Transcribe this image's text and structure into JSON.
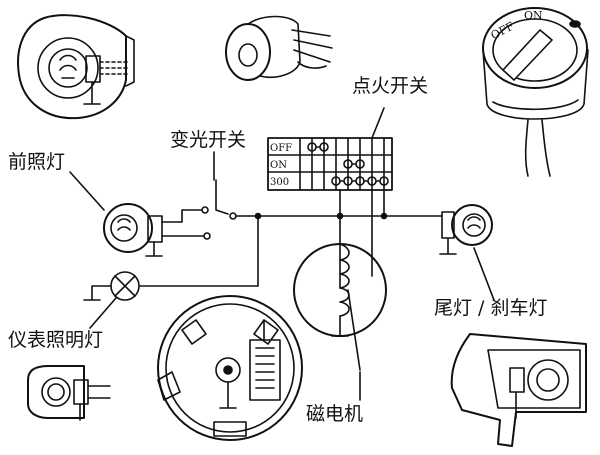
{
  "labels": {
    "ignition_switch": "点火开关",
    "dimmer_switch": "变光开关",
    "headlamp": "前照灯",
    "instrument_light": "仪表照明灯",
    "magneto": "磁电机",
    "tail_brake_lamp": "尾灯 / 刹车灯"
  },
  "switch_table": {
    "rows": [
      "OFF",
      "ON",
      "300"
    ]
  },
  "knob": {
    "off": "OFF",
    "on": "ON"
  }
}
